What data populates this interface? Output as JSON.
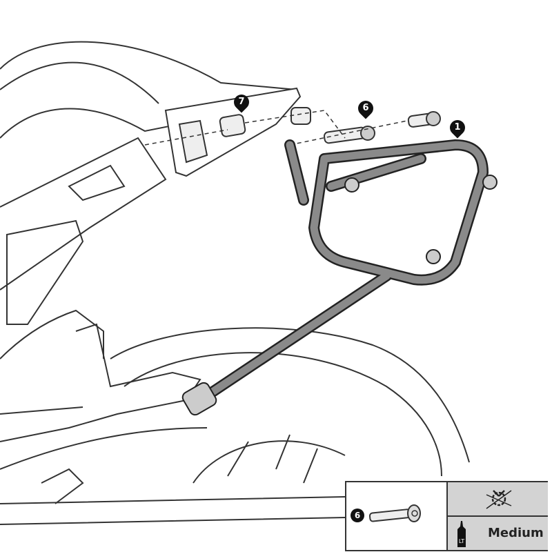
{
  "callouts": [
    {
      "number": "7",
      "part": "spacer"
    },
    {
      "number": "6",
      "part": "bolt"
    },
    {
      "number": "1",
      "part": "side-carrier-frame"
    }
  ],
  "legend": {
    "part_number": "6",
    "part_icon": "bolt-icon",
    "tool_icon": "no-power-tool-icon",
    "threadlocker_icon": "threadlocker-bottle-icon",
    "threadlocker_bottle_label": "LT",
    "threadlocker_strength": "Medium"
  },
  "colors": {
    "frame": "#8a8a8a",
    "outline": "#222222",
    "legend_panel": "#d3d3d3"
  }
}
